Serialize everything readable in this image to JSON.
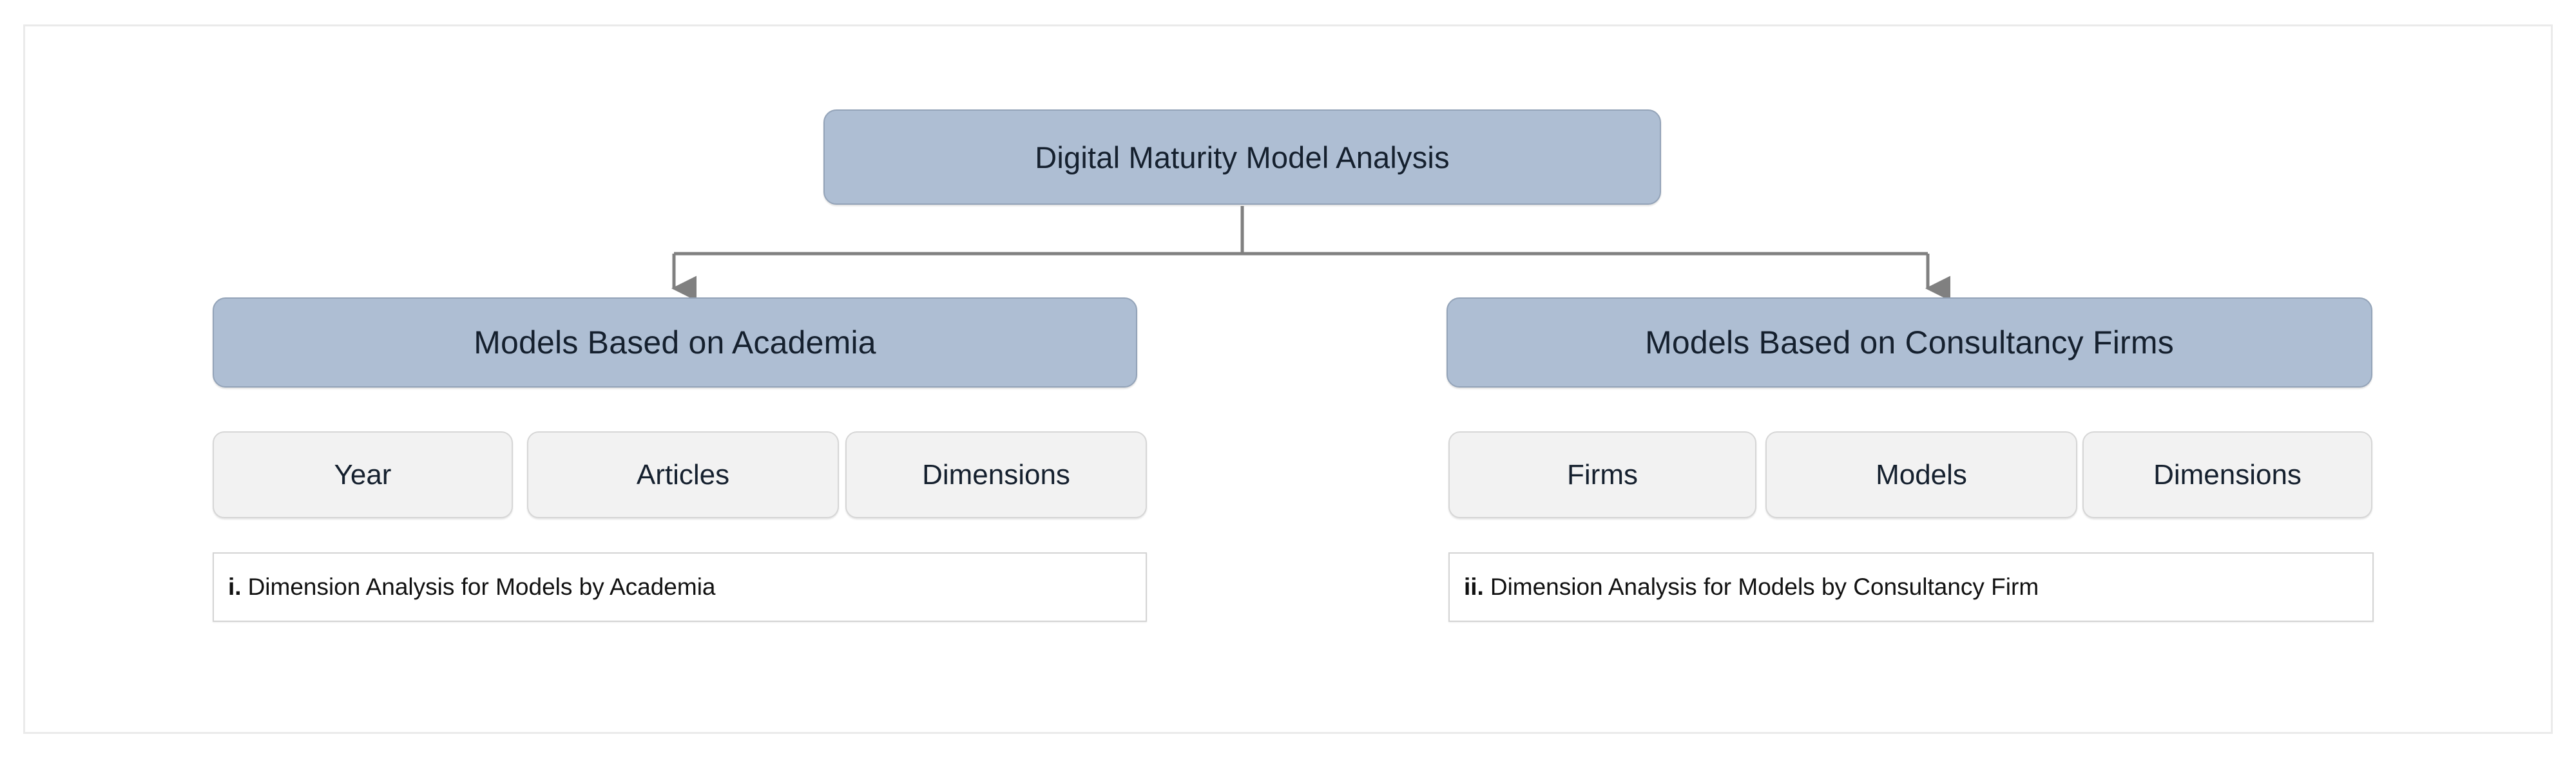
{
  "diagram": {
    "root": {
      "label": "Digital Maturity Model Analysis"
    },
    "branches": [
      {
        "key": "academia",
        "label": "Models Based on Academia",
        "attributes": [
          "Year",
          "Articles",
          "Dimensions"
        ],
        "caption": {
          "index": "i.",
          "text": "Dimension Analysis for Models by Academia"
        }
      },
      {
        "key": "consultancy",
        "label": "Models Based on Consultancy Firms",
        "attributes": [
          "Firms",
          "Models",
          "Dimensions"
        ],
        "caption": {
          "index": "ii.",
          "text": "Dimension Analysis for Models by Consultancy Firm"
        }
      }
    ],
    "colors": {
      "node_fill": "#aebed3",
      "node_border": "#93a3b8",
      "attribute_fill": "#f2f2f2",
      "attribute_border": "#d6d6d6",
      "caption_fill": "#ffffff",
      "caption_border": "#d4d4d4",
      "connector": "#808080",
      "frame_border": "#eaeaea",
      "text": "#15202e"
    }
  }
}
